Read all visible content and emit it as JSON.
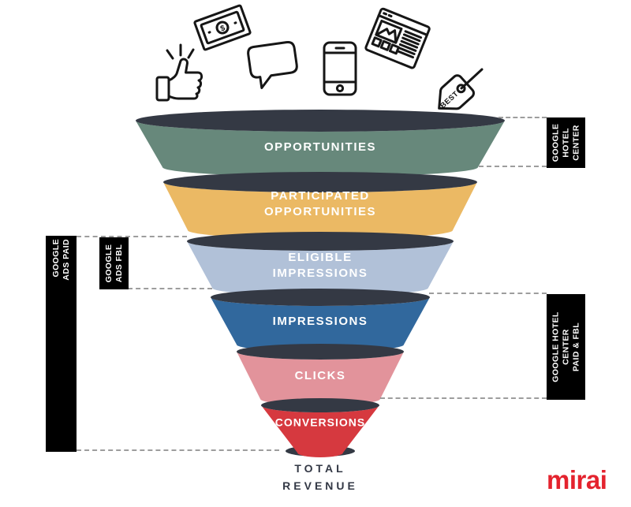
{
  "funnel": {
    "dark_color": "#343944",
    "layers": [
      {
        "label": "OPPORTUNITIES",
        "color": "#67887B"
      },
      {
        "label": "PARTICIPATED OPPORTUNITIES",
        "color": "#EBB964"
      },
      {
        "label": "ELIGIBLE IMPRESSIONS",
        "color": "#B1C1D8"
      },
      {
        "label": "IMPRESSIONS",
        "color": "#31689D"
      },
      {
        "label": "CLICKS",
        "color": "#E2939B"
      },
      {
        "label": "CONVERSIONS",
        "color": "#D6393F"
      }
    ],
    "bottom_label": "TOTAL REVENUE"
  },
  "side_labels": {
    "right_top": {
      "lines": [
        "GOOGLE",
        "HOTEL",
        "CENTER"
      ]
    },
    "right_bottom": {
      "lines": [
        "GOOGLE HOTEL",
        "CENTER",
        "PAID & FBL"
      ]
    },
    "left_tall": {
      "lines": [
        "GOOGLE",
        "ADS PAID"
      ]
    },
    "left_small": {
      "lines": [
        "GOOGLE",
        "ADS FBL"
      ]
    }
  },
  "icons": {
    "tag_text": "BEST",
    "money_symbol": "$"
  },
  "brand": {
    "name": "mirai",
    "color": "#E4232E"
  }
}
